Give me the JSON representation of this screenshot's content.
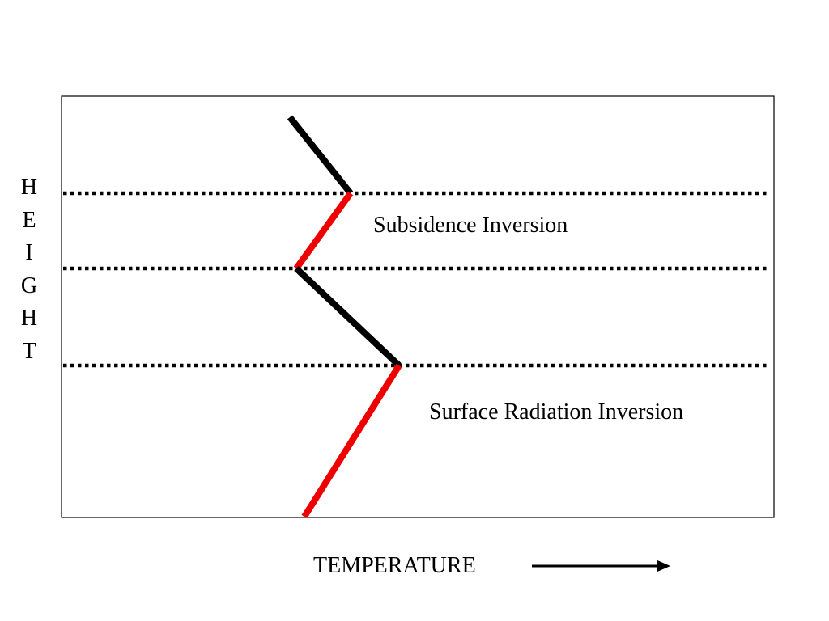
{
  "diagram": {
    "y_axis_label_letters": [
      "H",
      "E",
      "I",
      "G",
      "H",
      "T"
    ],
    "x_axis_label": "TEMPERATURE",
    "annotations": {
      "subsidence": "Subsidence Inversion",
      "surface": "Surface Radiation Inversion"
    },
    "colors": {
      "inversion_segment": "#ee0000",
      "lapse_segment": "#000000",
      "boundary_line": "#000000",
      "frame": "#000000"
    },
    "arrow_icon": "right-arrow-icon"
  }
}
